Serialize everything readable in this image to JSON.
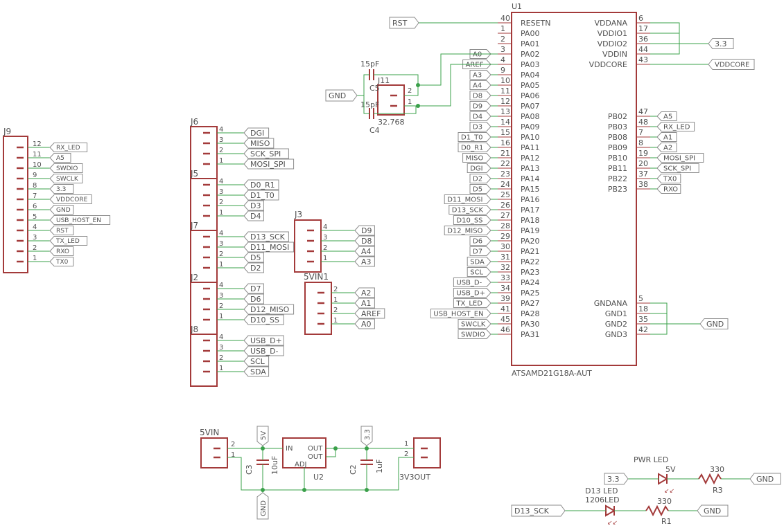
{
  "u1": {
    "ref": "U1",
    "value": "ATSAMD21G18A-AUT",
    "left_pins": [
      {
        "num": "40",
        "name": "RESETN",
        "net": "RST"
      },
      {
        "num": "1",
        "name": "PA00",
        "net": ""
      },
      {
        "num": "2",
        "name": "PA01",
        "net": ""
      },
      {
        "num": "3",
        "name": "PA02",
        "net": "A0"
      },
      {
        "num": "4",
        "name": "PA03",
        "net": "AREF"
      },
      {
        "num": "9",
        "name": "PA04",
        "net": "A3"
      },
      {
        "num": "10",
        "name": "PA05",
        "net": "A4"
      },
      {
        "num": "11",
        "name": "PA06",
        "net": "D8"
      },
      {
        "num": "12",
        "name": "PA07",
        "net": "D9"
      },
      {
        "num": "13",
        "name": "PA08",
        "net": "D4"
      },
      {
        "num": "14",
        "name": "PA09",
        "net": "D3"
      },
      {
        "num": "15",
        "name": "PA10",
        "net": "D1_T0"
      },
      {
        "num": "16",
        "name": "PA11",
        "net": "D0_R1"
      },
      {
        "num": "21",
        "name": "PA12",
        "net": "MISO"
      },
      {
        "num": "22",
        "name": "PA13",
        "net": "DGI"
      },
      {
        "num": "23",
        "name": "PA14",
        "net": "D2"
      },
      {
        "num": "24",
        "name": "PA15",
        "net": "D5"
      },
      {
        "num": "25",
        "name": "PA16",
        "net": "D11_MOSI"
      },
      {
        "num": "26",
        "name": "PA17",
        "net": "D13_SCK"
      },
      {
        "num": "27",
        "name": "PA18",
        "net": "D10_SS"
      },
      {
        "num": "28",
        "name": "PA19",
        "net": "D12_MISO"
      },
      {
        "num": "29",
        "name": "PA20",
        "net": "D6"
      },
      {
        "num": "30",
        "name": "PA21",
        "net": "D7"
      },
      {
        "num": "31",
        "name": "PA22",
        "net": "SDA"
      },
      {
        "num": "32",
        "name": "PA23",
        "net": "SCL"
      },
      {
        "num": "33",
        "name": "PA24",
        "net": "USB_D-"
      },
      {
        "num": "34",
        "name": "PA25",
        "net": "USB_D+"
      },
      {
        "num": "39",
        "name": "PA27",
        "net": "TX_LED"
      },
      {
        "num": "41",
        "name": "PA28",
        "net": "USB_HOST_EN"
      },
      {
        "num": "45",
        "name": "PA30",
        "net": "SWCLK"
      },
      {
        "num": "46",
        "name": "PA31",
        "net": "SWDIO"
      }
    ],
    "right_pins": [
      {
        "num": "6",
        "name": "VDDANA",
        "net": ""
      },
      {
        "num": "17",
        "name": "VDDIO1",
        "net": ""
      },
      {
        "num": "36",
        "name": "VDDIO2",
        "net": "3.3"
      },
      {
        "num": "44",
        "name": "VDDIN",
        "net": ""
      },
      {
        "num": "43",
        "name": "VDDCORE",
        "net": "VDDCORE"
      },
      {
        "num": "47",
        "name": "PB02",
        "net": "A5"
      },
      {
        "num": "48",
        "name": "PB03",
        "net": "RX_LED"
      },
      {
        "num": "7",
        "name": "PB08",
        "net": "A1"
      },
      {
        "num": "8",
        "name": "PB09",
        "net": "A2"
      },
      {
        "num": "19",
        "name": "PB10",
        "net": "MOSI_SPI"
      },
      {
        "num": "20",
        "name": "PB11",
        "net": "SCK_SPI"
      },
      {
        "num": "37",
        "name": "PB22",
        "net": "TX0"
      },
      {
        "num": "38",
        "name": "PB23",
        "net": "RXO"
      },
      {
        "num": "5",
        "name": "GNDANA",
        "net": ""
      },
      {
        "num": "18",
        "name": "GND1",
        "net": ""
      },
      {
        "num": "35",
        "name": "GND2",
        "net": "GND"
      },
      {
        "num": "42",
        "name": "GND3",
        "net": ""
      }
    ]
  },
  "crystal": {
    "ref": "J11",
    "value": "32.768",
    "pin_top": "2",
    "pin_bottom": "1",
    "gnd": "GND",
    "c_top": {
      "ref": "C5",
      "value": "15pF"
    },
    "c_bottom": {
      "ref": "C4",
      "value": "15pF"
    }
  },
  "j9": {
    "ref": "J9",
    "pins": [
      {
        "num": "12",
        "net": "RX_LED"
      },
      {
        "num": "11",
        "net": "A5"
      },
      {
        "num": "10",
        "net": "SWDIO"
      },
      {
        "num": "9",
        "net": "SWCLK"
      },
      {
        "num": "8",
        "net": "3.3"
      },
      {
        "num": "7",
        "net": "VDDCORE"
      },
      {
        "num": "6",
        "net": "GND"
      },
      {
        "num": "5",
        "net": "USB_HOST_EN"
      },
      {
        "num": "4",
        "net": "RST"
      },
      {
        "num": "3",
        "net": "TX_LED"
      },
      {
        "num": "2",
        "net": "RXO"
      },
      {
        "num": "1",
        "net": "TX0"
      }
    ]
  },
  "headers": [
    {
      "ref": "J6",
      "pins": [
        {
          "num": "4",
          "net": "DGI"
        },
        {
          "num": "3",
          "net": "MISO"
        },
        {
          "num": "2",
          "net": "SCK_SPI"
        },
        {
          "num": "1",
          "net": "MOSI_SPI"
        }
      ]
    },
    {
      "ref": "J5",
      "pins": [
        {
          "num": "4",
          "net": "D0_R1"
        },
        {
          "num": "3",
          "net": "D1_T0"
        },
        {
          "num": "2",
          "net": "D3"
        },
        {
          "num": "1",
          "net": "D4"
        }
      ]
    },
    {
      "ref": "J7",
      "pins": [
        {
          "num": "4",
          "net": "D13_SCK"
        },
        {
          "num": "3",
          "net": "D11_MOSI"
        },
        {
          "num": "2",
          "net": "D5"
        },
        {
          "num": "1",
          "net": "D2"
        }
      ]
    },
    {
      "ref": "J2",
      "pins": [
        {
          "num": "4",
          "net": "D7"
        },
        {
          "num": "3",
          "net": "D6"
        },
        {
          "num": "2",
          "net": "D12_MISO"
        },
        {
          "num": "1",
          "net": "D10_SS"
        }
      ]
    },
    {
      "ref": "J8",
      "pins": [
        {
          "num": "4",
          "net": "USB_D+"
        },
        {
          "num": "3",
          "net": "USB_D-"
        },
        {
          "num": "2",
          "net": "SCL"
        },
        {
          "num": "1",
          "net": "SDA"
        }
      ]
    },
    {
      "ref": "J3",
      "pins": [
        {
          "num": "4",
          "net": "D9"
        },
        {
          "num": "3",
          "net": "D8"
        },
        {
          "num": "2",
          "net": "A4"
        },
        {
          "num": "1",
          "net": "A3"
        }
      ]
    },
    {
      "ref": "5VIN1",
      "pins": [
        {
          "num": "2",
          "net": "A2"
        },
        {
          "num": "1",
          "net": "A1"
        },
        {
          "num": "2",
          "net": "AREF"
        },
        {
          "num": "1",
          "net": "A0"
        }
      ]
    }
  ],
  "regulator": {
    "j_in": {
      "ref": "5VIN",
      "pin2": "2",
      "pin1": "1"
    },
    "flag_5v": "5V",
    "flag_33": "3.3",
    "flag_gnd": "GND",
    "c3": {
      "ref": "C3",
      "value": "10uF"
    },
    "u2": {
      "ref": "U2",
      "in": "IN",
      "out1": "OUT",
      "out2": "OUT",
      "adj": "ADJ"
    },
    "c2": {
      "ref": "C2",
      "value": "1uF"
    },
    "j_out": {
      "ref": "3V3OUT",
      "pin1": "1",
      "pin2": "2"
    }
  },
  "leds": {
    "pwr": {
      "name": "PWR LED",
      "flag_in": "3.3",
      "supply": "5V",
      "r_value": "330",
      "r_ref": "R3",
      "gnd": "GND"
    },
    "d13": {
      "name": "D13 LED",
      "package": "1206LED",
      "flag_in": "D13_SCK",
      "r_value": "330",
      "r_ref": "R1",
      "gnd": "GND"
    }
  }
}
